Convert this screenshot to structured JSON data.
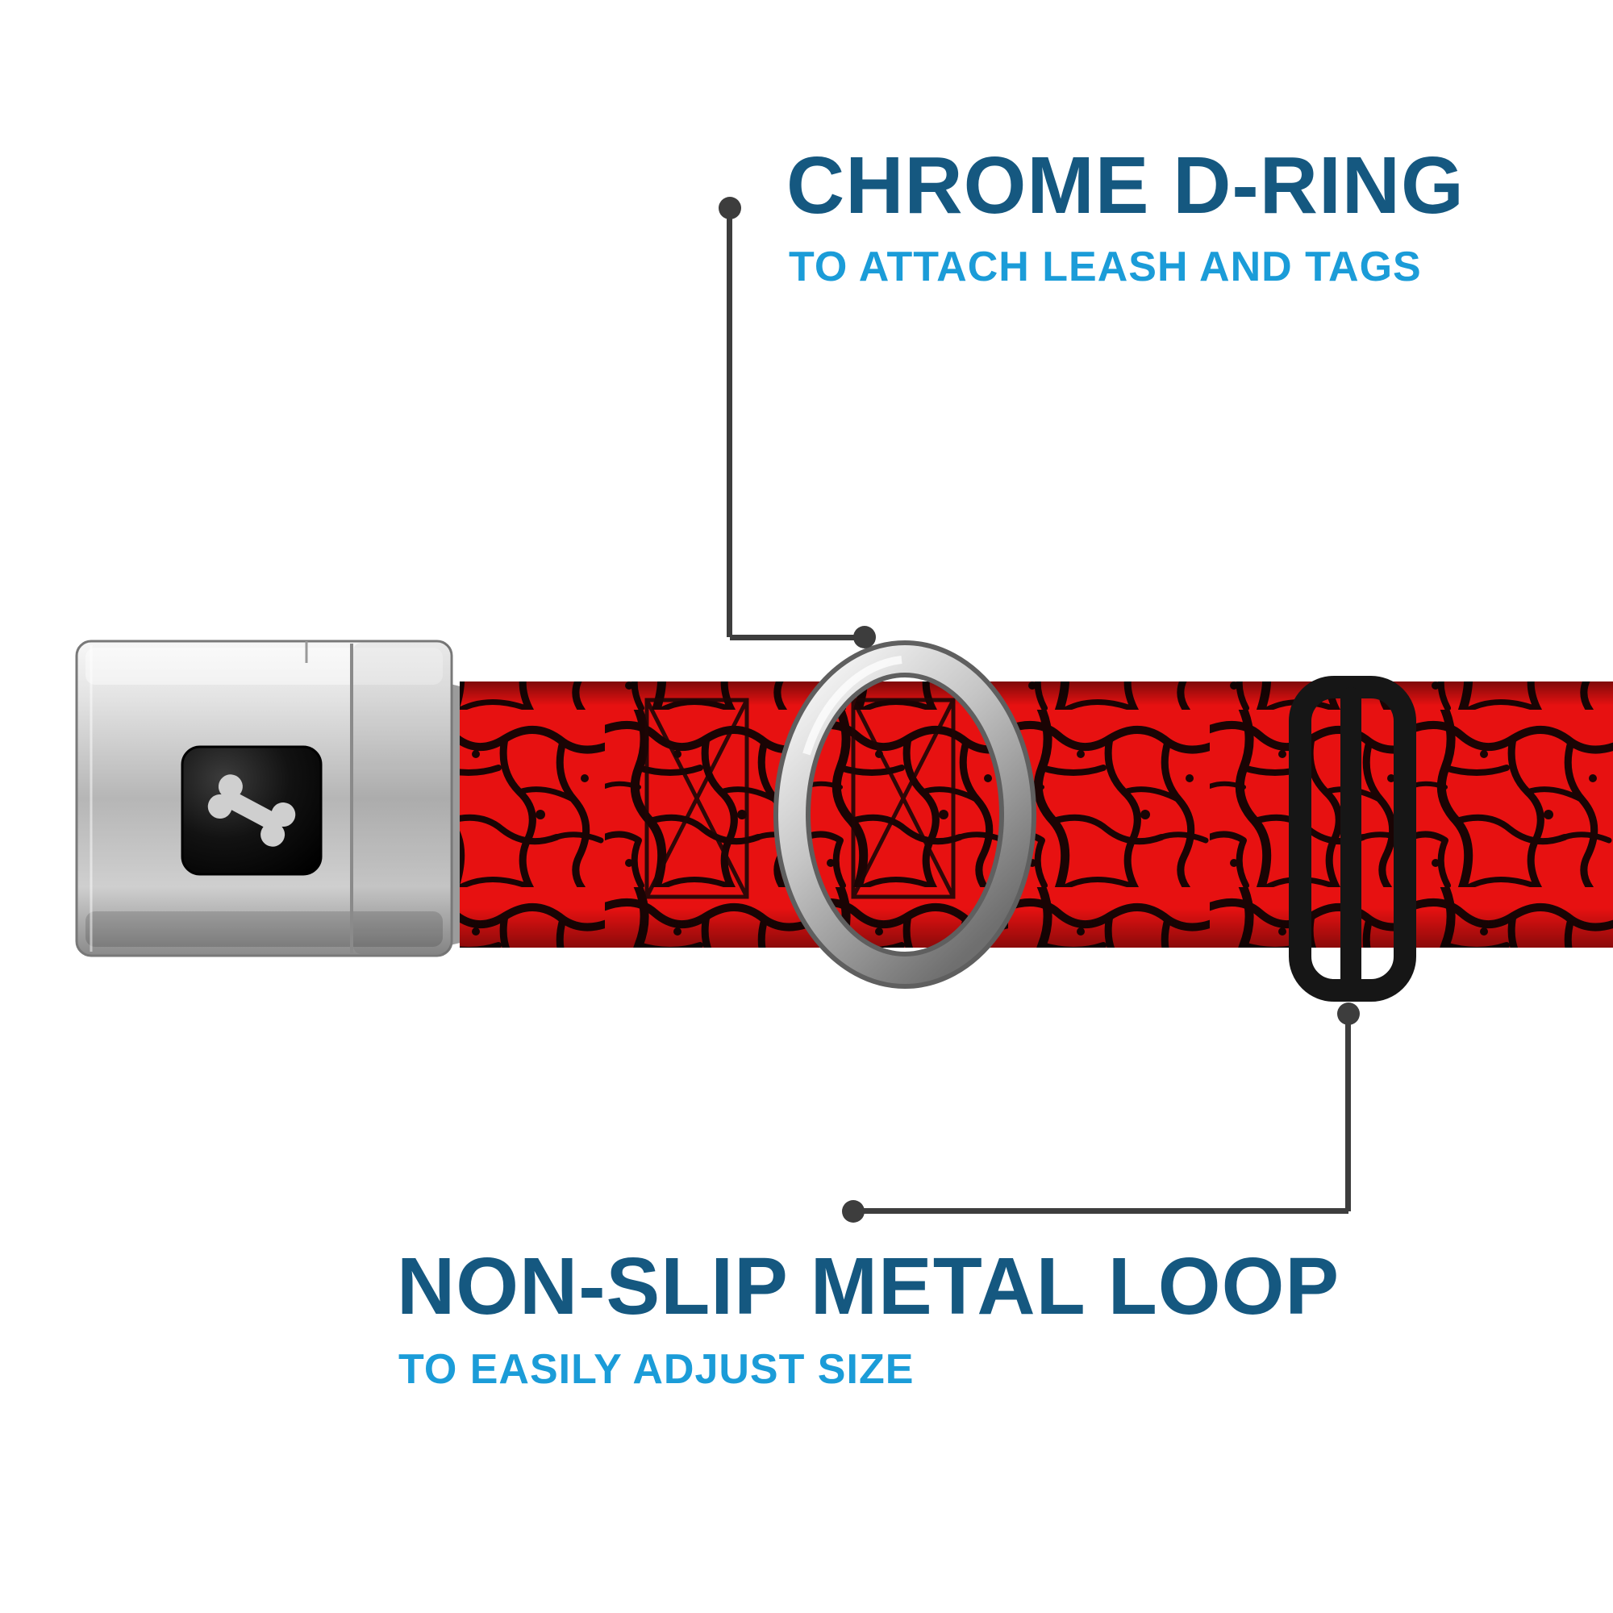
{
  "page": {
    "type": "product-feature-infographic",
    "background": "#ffffff"
  },
  "callouts": [
    {
      "id": "chrome-d-ring",
      "title": "CHROME D-RING",
      "subtitle": "TO ATTACH LEASH AND TAGS"
    },
    {
      "id": "non-slip-metal-loop",
      "title": "NON-SLIP METAL LOOP",
      "subtitle": "TO EASILY ADJUST SIZE"
    }
  ],
  "product": {
    "item": "seatbelt-buckle dog collar",
    "pattern": "red elephant crackle print",
    "parts": [
      "seatbelt-buckle",
      "collar-strap",
      "chrome-d-ring",
      "slide-adjuster"
    ]
  },
  "icons": {
    "buckle_logo": "dog-bone-icon"
  },
  "colors": {
    "title_blue": "#155880",
    "subtitle_blue": "#1b9cd8",
    "strap_red": "#e71111",
    "crackle_black": "#1a0404",
    "callout_gray": "#3d3d3d",
    "buckle_silver": "#c9c9c9",
    "ring_chrome": "#c6c6c6",
    "adjuster_black": "#161616"
  }
}
